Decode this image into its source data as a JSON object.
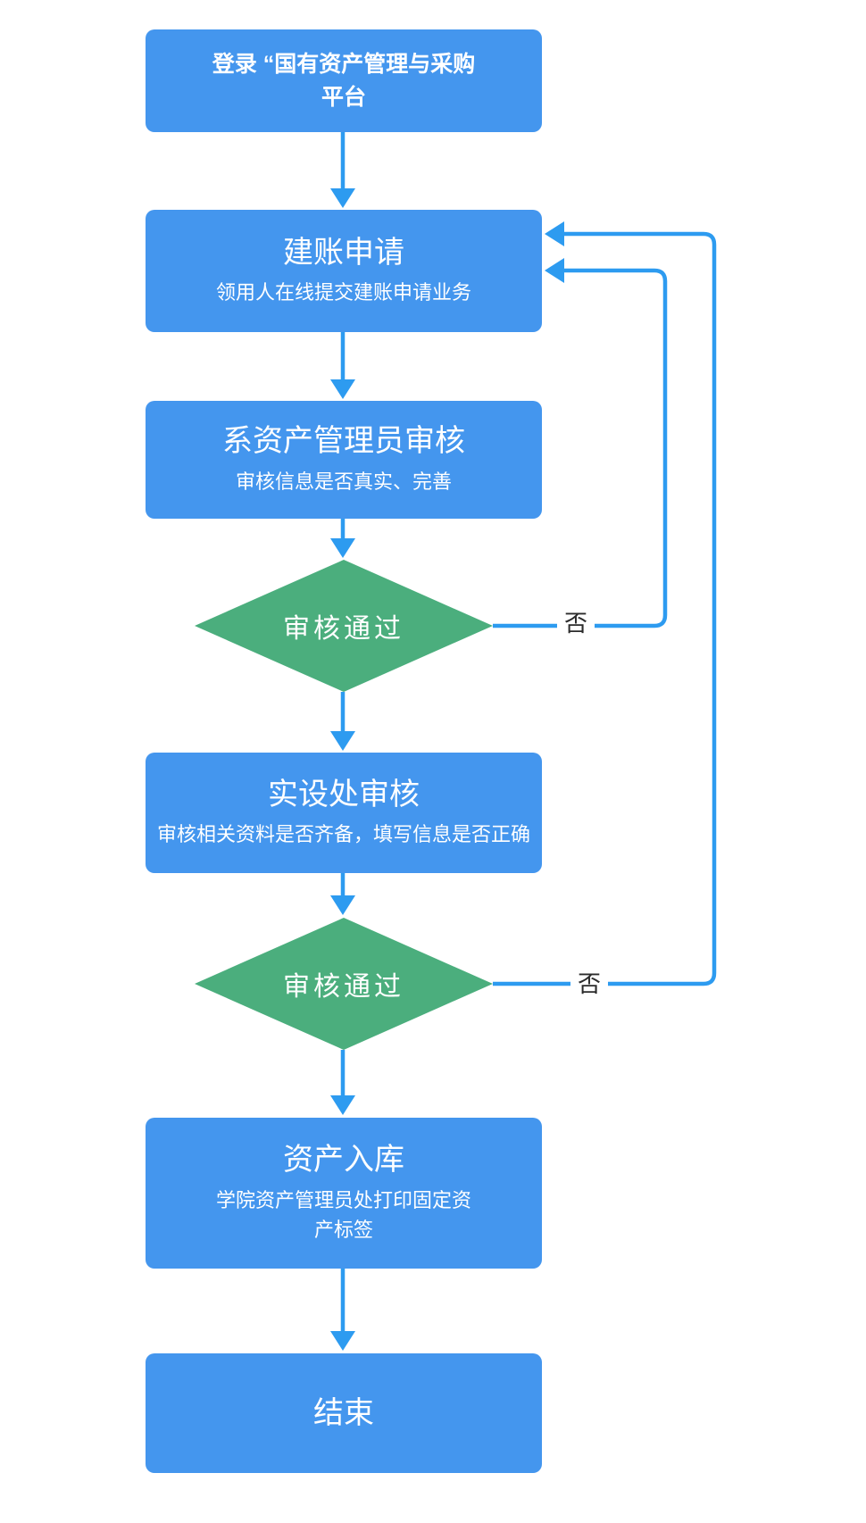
{
  "flowchart": {
    "nodes": {
      "login": {
        "lines": [
          "登录 “国有资产管理与采购",
          "平台"
        ]
      },
      "apply": {
        "title": "建账申请",
        "subtitle": "领用人在线提交建账申请业务"
      },
      "dept_review": {
        "title": "系资产管理员审核",
        "subtitle": "审核信息是否真实、完善"
      },
      "decision1": {
        "label": "审核通过",
        "no_label": "否"
      },
      "office_review": {
        "title": "实设处审核",
        "subtitle": "审核相关资料是否齐备，填写信息是否正确"
      },
      "decision2": {
        "label": "审核通过",
        "no_label": "否"
      },
      "storage": {
        "title": "资产入库",
        "subtitle_lines": [
          "学院资产管理员处打印固定资",
          "产标签"
        ]
      },
      "end": {
        "title": "结束"
      }
    },
    "colors": {
      "process_fill": "#4496EE",
      "decision_fill": "#4BAE7D",
      "connector": "#2D9BF0",
      "node_text": "#FFFFFF",
      "edge_label_text": "#2B2B2B"
    }
  }
}
